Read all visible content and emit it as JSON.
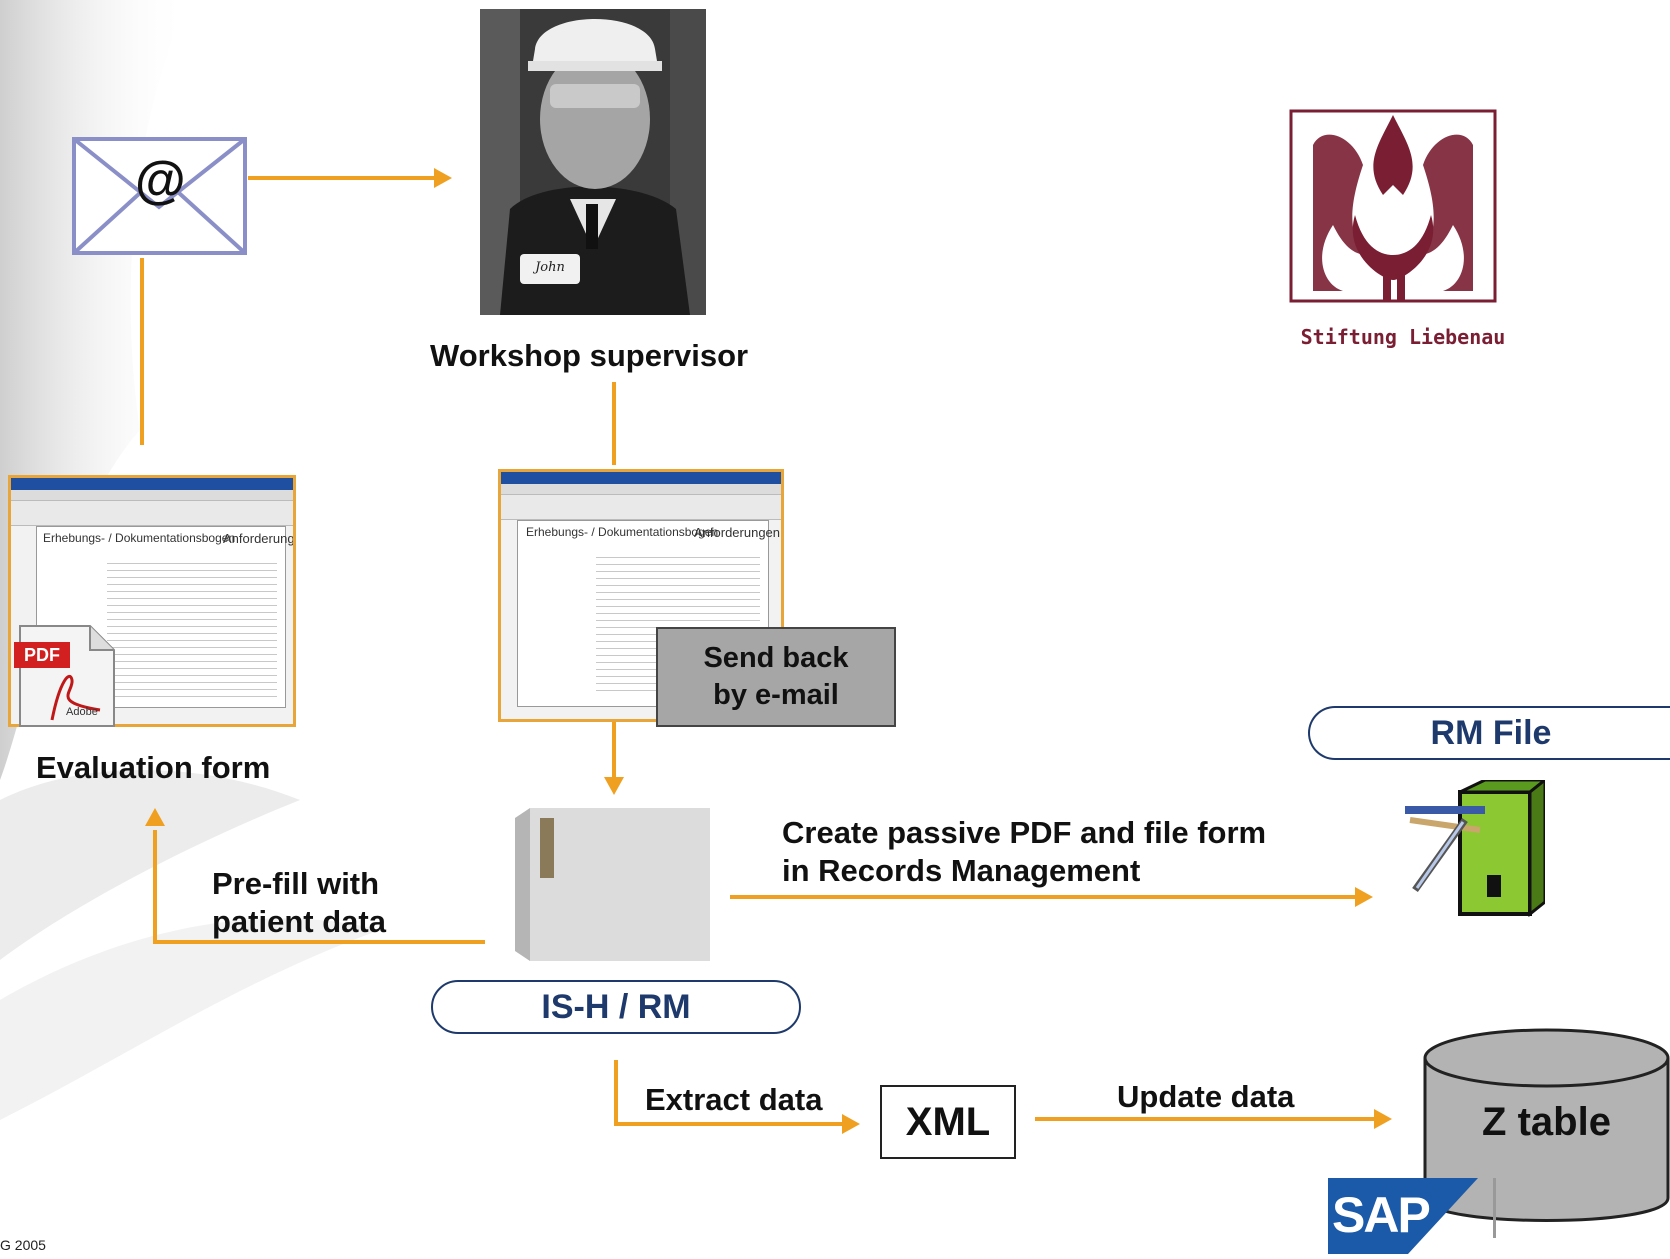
{
  "labels": {
    "workshop_supervisor": "Workshop supervisor",
    "evaluation_form": "Evaluation form",
    "send_back": [
      "Send back",
      "by e-mail"
    ],
    "prefill": [
      "Pre-fill with",
      "patient data"
    ],
    "create_passive": [
      "Create passive PDF and file form",
      "in Records Management"
    ],
    "is_h_rm": "IS-H / RM",
    "rm_file": "RM File",
    "extract_data": "Extract data",
    "xml": "XML",
    "update_data": "Update data",
    "z_table": "Z table",
    "email_symbol": "@",
    "badge_name": "John",
    "copyright": "G 2005"
  },
  "form_shot": {
    "sheet_title": "Erhebungs- / Dokumentationsbogen",
    "sheet_right": "Anforderungen"
  },
  "logos": {
    "liebenau": "Stiftung Liebenau",
    "sap": "SAP",
    "pdf": "PDF",
    "adobe": "Adobe"
  },
  "colors": {
    "arrow": "#f0a020",
    "pill_text": "#1e3a6c",
    "liebenau": "#7a1e33",
    "sap_blue": "#1a5aa8"
  }
}
